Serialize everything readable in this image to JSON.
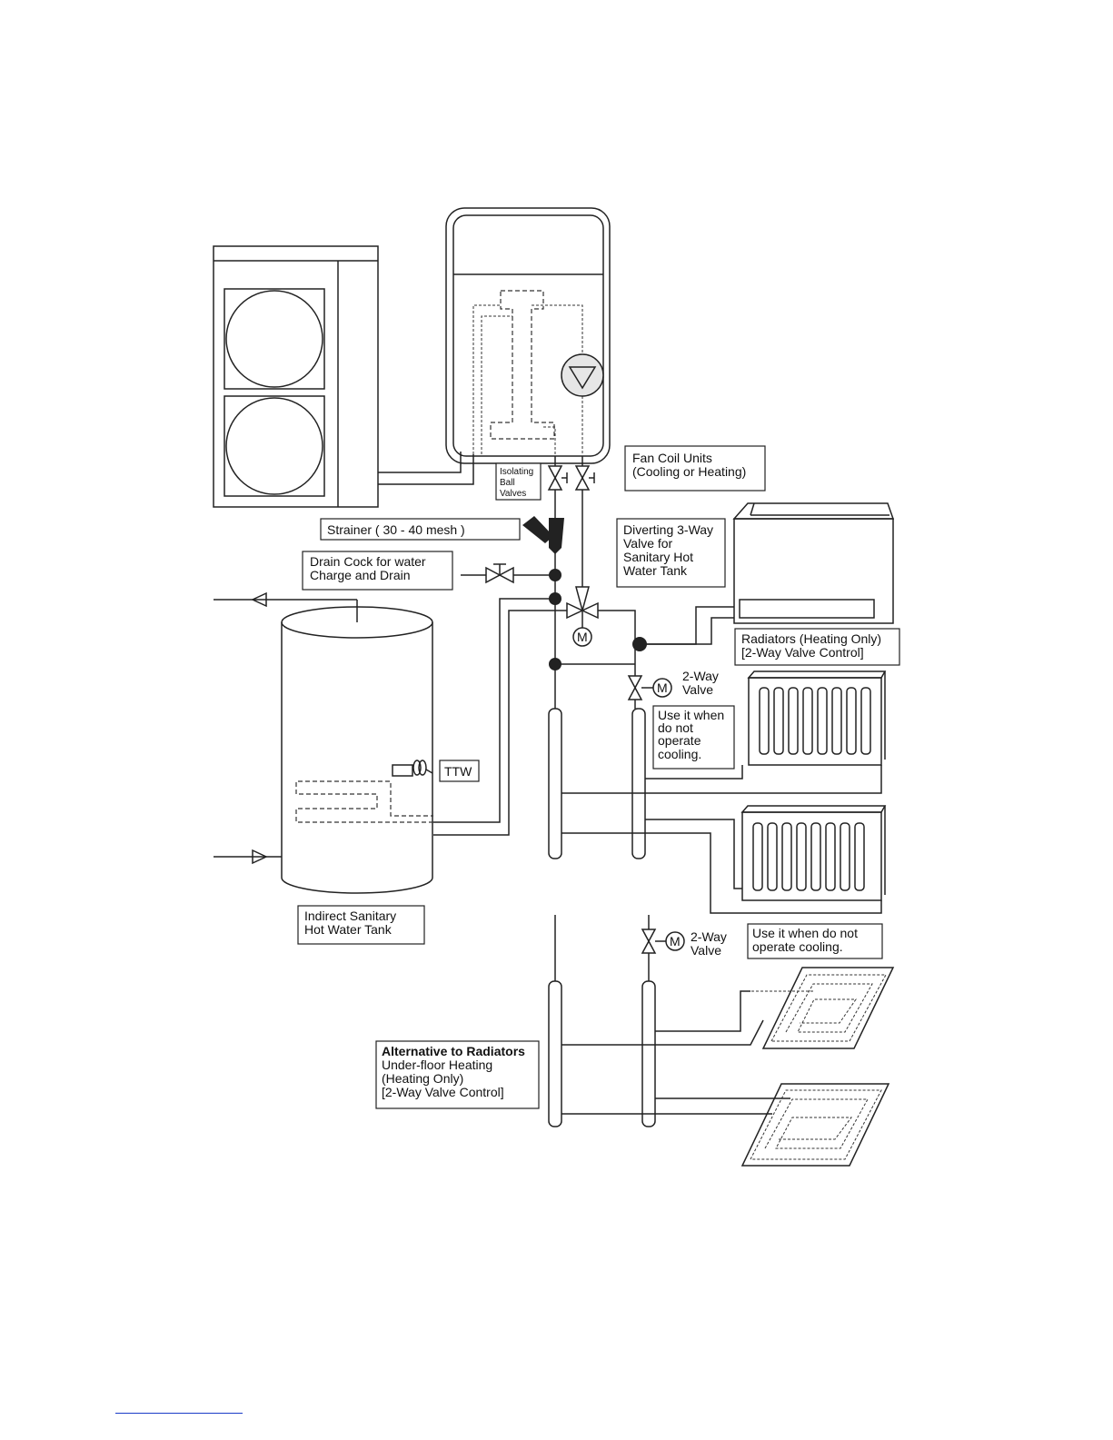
{
  "labels": {
    "isolating_valves": [
      "Isolating",
      "Ball",
      "Valves"
    ],
    "fan_coil_units": [
      "Fan Coil Units",
      "(Cooling or Heating)"
    ],
    "strainer": "Strainer ( 30 - 40 mesh )",
    "drain_cock": [
      "Drain Cock for water",
      "Charge and Drain"
    ],
    "diverting_valve": [
      "Diverting 3-Way",
      "Valve for",
      "Sanitary Hot",
      "Water Tank"
    ],
    "radiators": [
      "Radiators (Heating Only)",
      "[2-Way Valve Control]"
    ],
    "two_way_valve_1": [
      "2-Way",
      "Valve"
    ],
    "use_it_1": [
      "Use it when",
      "do not",
      "operate",
      "cooling."
    ],
    "ttw": "TTW",
    "indirect_tank": [
      "Indirect Sanitary",
      "Hot Water Tank"
    ],
    "two_way_valve_2": [
      "2-Way",
      "Valve"
    ],
    "use_it_2": [
      "Use it when do not",
      "operate cooling."
    ],
    "alternative_title": "Alternative to Radiators",
    "alternative_body": [
      "Under-floor Heating",
      "(Heating Only)",
      "[2-Way Valve Control]"
    ],
    "motor_symbol": "M"
  }
}
